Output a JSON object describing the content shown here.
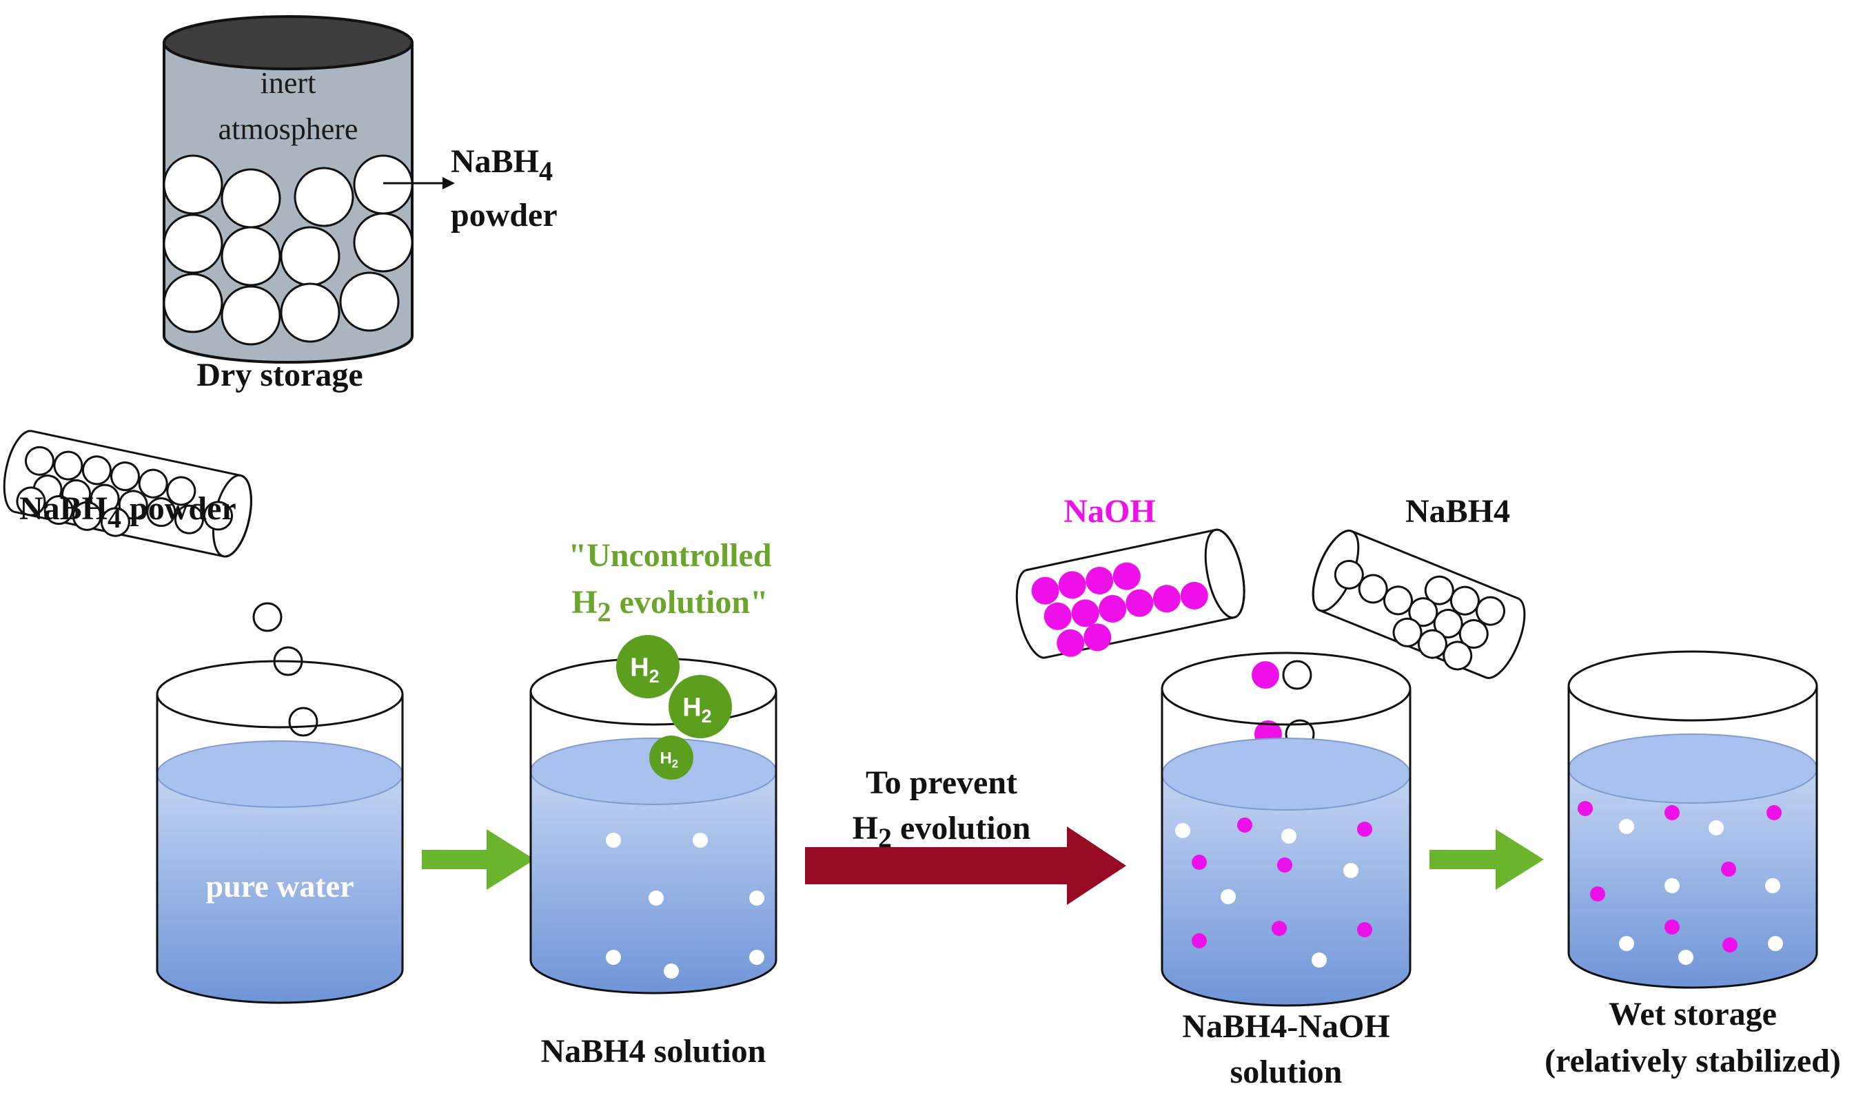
{
  "colors": {
    "water_top": "#c3d4f3",
    "water_bottom": "#6f95d8",
    "water_surface": "#a9c1ee",
    "container_gray": "#aab5c0",
    "container_top": "#3d3d3d",
    "green_text": "#6aa52c",
    "green_arrow": "#6ab42e",
    "red_arrow": "#970a24",
    "naoh_magenta": "#ee10e8",
    "h2_green": "#5c9f1e",
    "particle_white": "#ffffff",
    "outline": "#111111"
  },
  "dry_storage": {
    "inside_label_line1": "inert",
    "inside_label_line2": "atmosphere",
    "callout_line1": "NaBH",
    "callout_line1_sub": "4",
    "callout_line2": "powder",
    "caption": "Dry storage",
    "icons": [
      "cylinder-container",
      "powder-particles",
      "arrow-right"
    ]
  },
  "step1": {
    "powder_label": "NaBH",
    "powder_label_sub": "4",
    "powder_label_tail": " powder",
    "liquid_label": "pure water",
    "icons": [
      "tilted-vial",
      "beaker",
      "green-arrow-right"
    ]
  },
  "step2": {
    "warning_line1": "\"Uncontrolled",
    "warning_line2_pre": "H",
    "warning_line2_sub": "2",
    "warning_line2_post": " evolution\"",
    "bubble_label": "H",
    "bubble_sub": "2",
    "caption": "NaBH4 solution",
    "icons": [
      "h2-bubble",
      "beaker"
    ]
  },
  "transition": {
    "line1": "To prevent",
    "line2_pre": "H",
    "line2_sub": "2",
    "line2_post": " evolution",
    "icons": [
      "red-arrow-right"
    ]
  },
  "step3": {
    "naoh_label": "NaOH",
    "nabh4_label": "NaBH4",
    "caption_line1": "NaBH4-NaOH",
    "caption_line2": "solution",
    "icons": [
      "tilted-vial",
      "beaker",
      "green-arrow-right"
    ]
  },
  "step4": {
    "caption_line1": "Wet storage",
    "caption_line2": "(relatively stabilized)",
    "icons": [
      "beaker"
    ]
  }
}
